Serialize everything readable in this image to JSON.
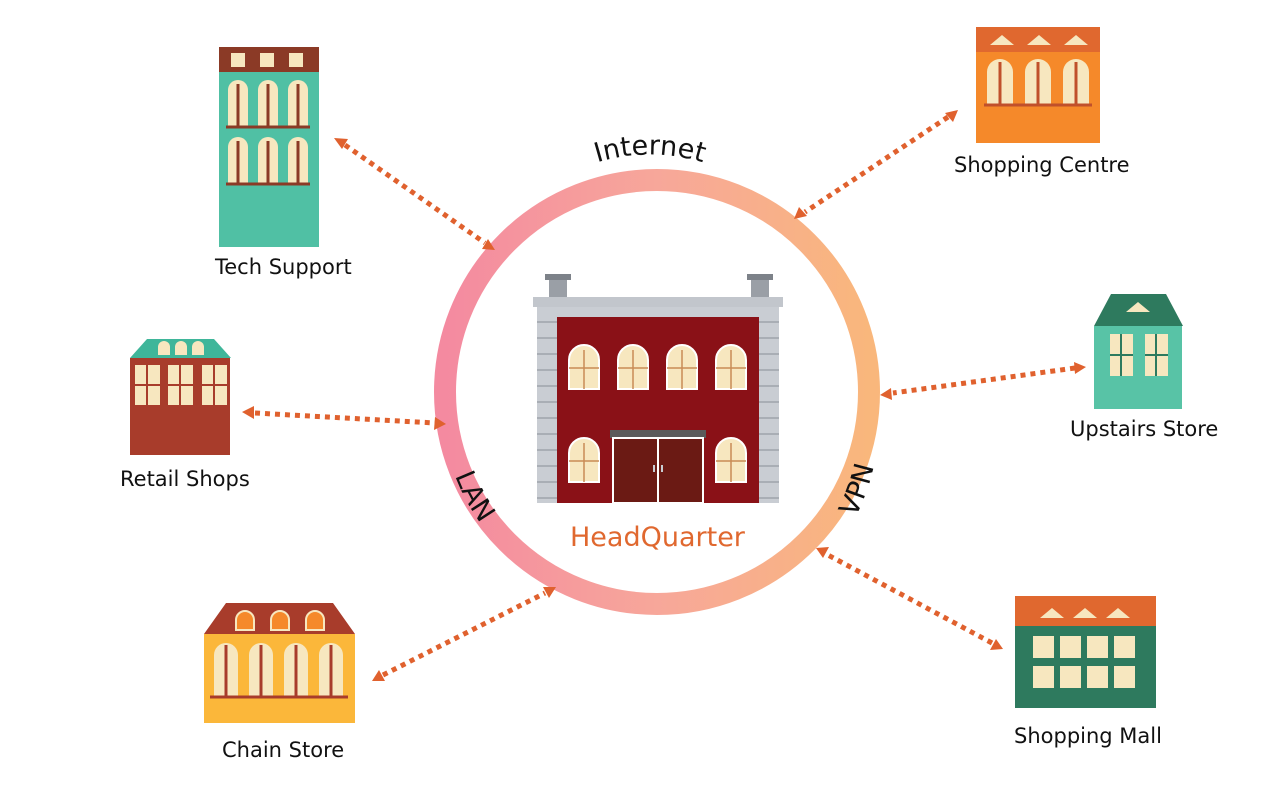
{
  "center": {
    "label": "HeadQuarter"
  },
  "ring_labels": {
    "top": "Internet",
    "right": "VPN",
    "left": "LAN"
  },
  "nodes": {
    "tech_support": "Tech Support",
    "shopping_centre": "Shopping Centre",
    "upstairs_store": "Upstairs Store",
    "retail_shops": "Retail Shops",
    "shopping_mall": "Shopping Mall",
    "chain_store": "Chain Store"
  },
  "colors": {
    "connector": "#e0612e",
    "ring_left": "#f48aa0",
    "ring_right": "#f9b77c",
    "hq_facade": "#8a1117",
    "window": "#f7e7bf"
  }
}
